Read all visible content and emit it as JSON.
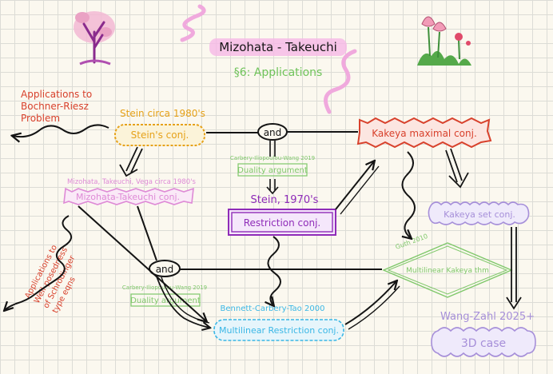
{
  "title": "Mizohata - Takeuchi",
  "subtitle": "§6: Applications",
  "nodes": {
    "stein_conj": {
      "label": "Stein's  conj.",
      "author": "Stein circa 1980's"
    },
    "kakeya_max": {
      "label": "Kakeya maximal conj."
    },
    "mt_conj": {
      "label": "Mizohata-Takeuchi conj.",
      "author": "Mizohata, Takeuchi, Vega circa 1980's"
    },
    "restriction": {
      "label": "Restriction conj.",
      "author": "Stein, 1970's"
    },
    "kakeya_set": {
      "label": "Kakeya set conj."
    },
    "multilinear_kakeya": {
      "label": "Multilinear Kakeya thm",
      "author": "Guth 2010"
    },
    "multilinear_restriction": {
      "label": "Multilinear Restriction conj.",
      "author": "Bennett-Carbery-Tao 2000"
    },
    "case_3d": {
      "label": "3D case",
      "author": "Wang-Zahl 2025+"
    }
  },
  "connectors": {
    "and_top": "and",
    "and_bottom": "and",
    "duality_top": "Duality argument",
    "duality_top_author": "Carbery-Iliopoulou-Wang 2019",
    "duality_bottom": "Duality argument",
    "duality_bottom_author": "Carbery-Iliopoulou-Wang 2019"
  },
  "notes": {
    "bochner_line1": "Applications to",
    "bochner_line2": "Bochner-Riesz",
    "bochner_line3": "Problem",
    "wellposed_line1": "Applications to",
    "wellposed_line2": "Well-posedness",
    "wellposed_line3": "of Schrödinger",
    "wellposed_line4": "type eqns"
  },
  "colors": {
    "orange": "#e6a21a",
    "red": "#d8412c",
    "pink": "#de8ad6",
    "purple": "#8f2cb8",
    "green": "#7fc86a",
    "blue": "#3ab7e6",
    "lavender": "#a68fd9",
    "ink": "#141414"
  }
}
